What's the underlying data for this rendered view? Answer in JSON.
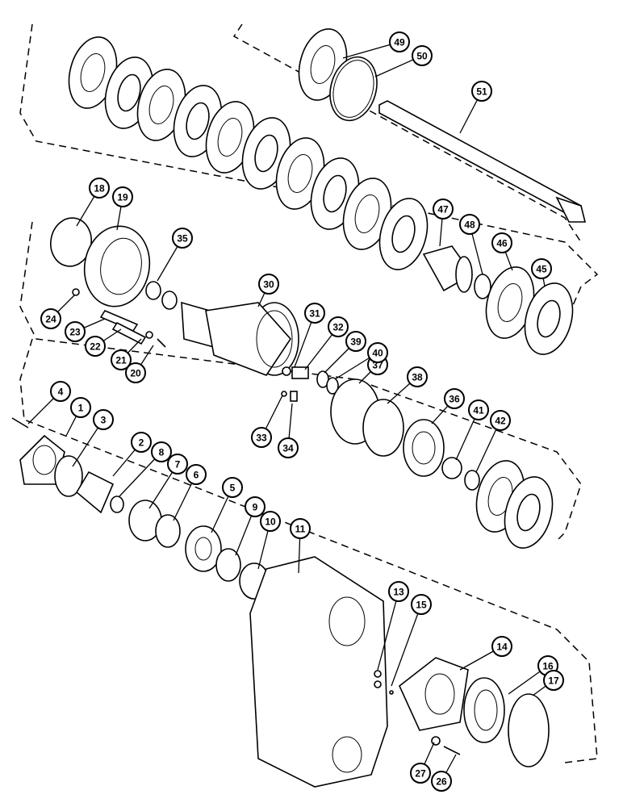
{
  "diagram": {
    "callouts": [
      "1",
      "2",
      "3",
      "4",
      "5",
      "6",
      "7",
      "8",
      "9",
      "10",
      "11",
      "13",
      "14",
      "15",
      "16",
      "17",
      "18",
      "19",
      "20",
      "21",
      "22",
      "23",
      "24",
      "26",
      "27",
      "30",
      "31",
      "32",
      "33",
      "34",
      "35",
      "36",
      "37",
      "38",
      "39",
      "40",
      "41",
      "42",
      "45",
      "46",
      "47",
      "48",
      "49",
      "50",
      "51"
    ]
  },
  "colors": {
    "line": "#000000",
    "background": "#ffffff"
  }
}
